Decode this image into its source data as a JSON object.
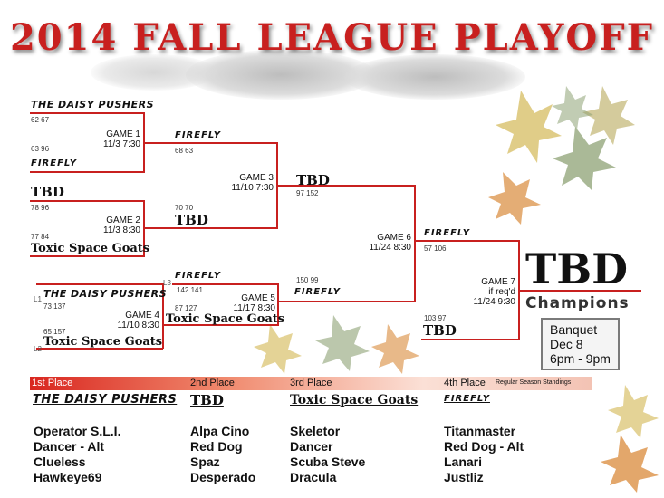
{
  "title": "2014 FALL LEAGUE PLAYOFF",
  "bracket": {
    "g1_top_team": "THE DAISY PUSHERS",
    "g1_top_score": "62  67",
    "g1_bot_score": "63  96",
    "g1_bot_team": "FIREFLY",
    "g1_label": "GAME 1",
    "g1_date": "11/3 7:30",
    "g2_top_team": "TBD",
    "g2_top_score": "78  96",
    "g2_bot_score": "77  84",
    "g2_bot_team": "Toxic Space Goats",
    "g2_label": "GAME 2",
    "g2_date": "11/3 8:30",
    "g3_top_team": "FIREFLY",
    "g3_top_score": "68  63",
    "g3_bot_score": "70  70",
    "g3_bot_team": "TBD",
    "g3_label": "GAME 3",
    "g3_date": "11/10 7:30",
    "g4_top_team": "THE DAISY PUSHERS",
    "g4_top_score": "73  137",
    "g4_bot_score": "65  157",
    "g4_bot_team": "Toxic Space Goats",
    "g4_label": "GAME 4",
    "g4_date": "11/10 8:30",
    "l1": "L1",
    "l2": "L2",
    "l3": "L3",
    "g5_top_team": "FIREFLY",
    "g5_top_score": "142  141",
    "g5_bot_score": "87   127",
    "g5_bot_team": "Toxic Space Goats",
    "g5_label": "GAME 5",
    "g5_date": "11/17  8:30",
    "g6_top_team": "TBD",
    "g6_top_score": "97  152",
    "g6_bot_score": "150  99",
    "g6_bot_team": "FIREFLY",
    "g6_label": "GAME 6",
    "g6_date": "11/24 8:30",
    "g7_top_team": "FIREFLY",
    "g7_top_score": "57  106",
    "g7_bot_score": "103  97",
    "g7_bot_team": "TBD",
    "g7_label": "GAME 7",
    "g7_note": "if req'd",
    "g7_date": "11/24 9:30"
  },
  "champion": {
    "name": "TBD",
    "label": "Champions"
  },
  "banquet": {
    "line1": "Banquet",
    "line2": "Dec 8",
    "line3": "6pm - 9pm"
  },
  "standings": {
    "first": "1st Place",
    "second": "2nd Place",
    "third": "3rd Place",
    "fourth": "4th Place",
    "note": "Regular Season Standings",
    "team1": "THE DAISY PUSHERS",
    "team2": "TBD",
    "team3": "Toxic Space Goats",
    "team4": "FIREFLY"
  },
  "rosters": {
    "team1": [
      "Operator S.L.I.",
      "Dancer - Alt",
      "Clueless",
      "Hawkeye69"
    ],
    "team2": [
      "Alpa Cino",
      "Red Dog",
      "Spaz",
      "Desperado"
    ],
    "team3": [
      "Skeletor",
      "Dancer",
      "Scuba Steve",
      "Dracula"
    ],
    "team4": [
      "Titanmaster",
      "Red Dog - Alt",
      "Lanari",
      "Justliz"
    ]
  },
  "colors": {
    "accent": "#c8201f",
    "leaf_orange": "#d98a3a",
    "leaf_green": "#8ea274",
    "leaf_yellow": "#d8c06a"
  }
}
